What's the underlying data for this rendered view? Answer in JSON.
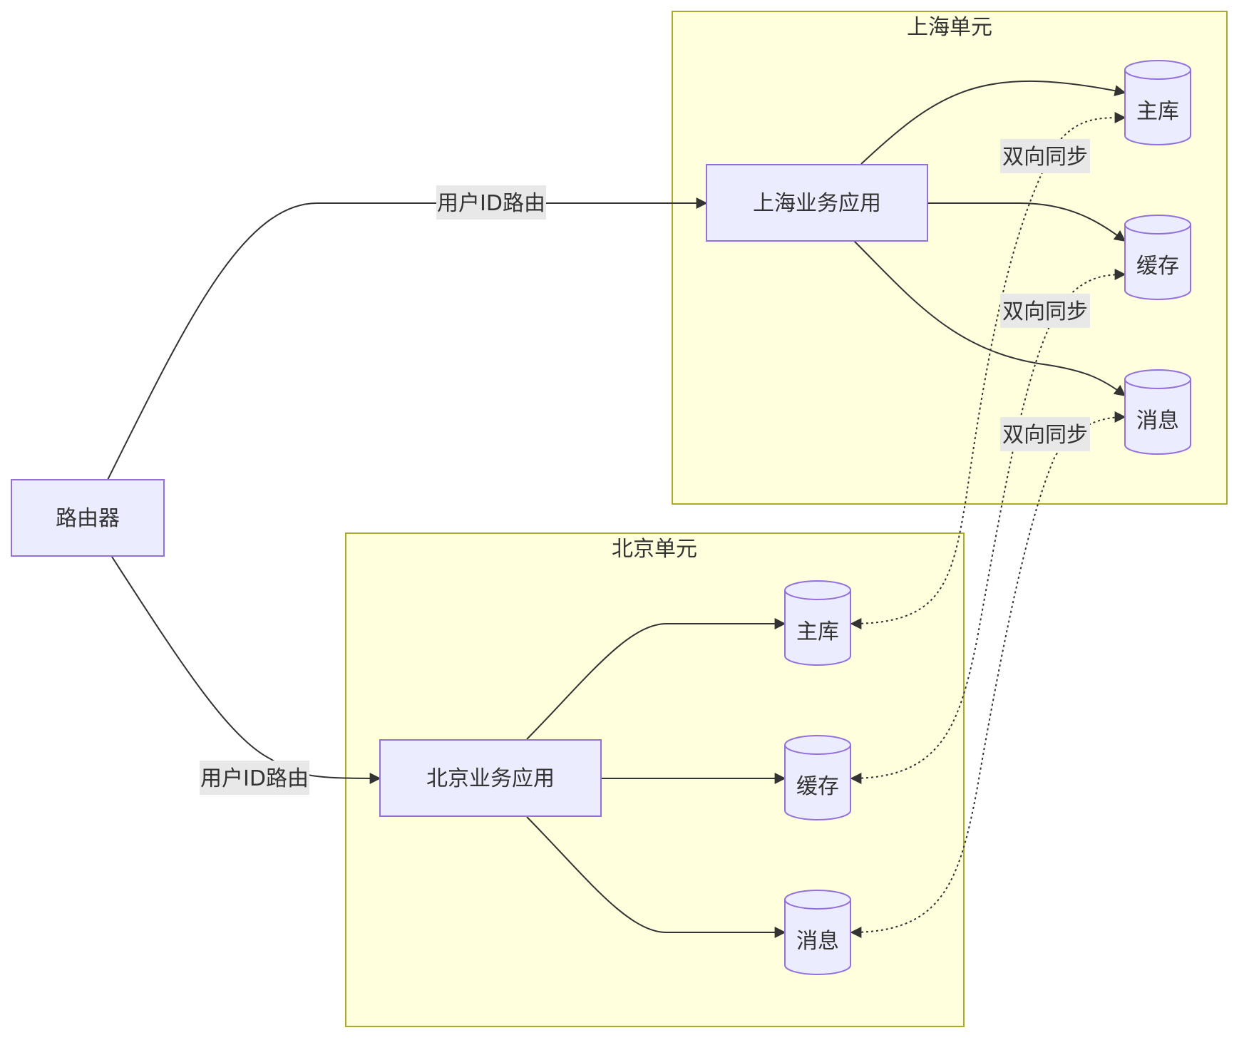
{
  "clusters": {
    "shanghai": {
      "title": "上海单元"
    },
    "beijing": {
      "title": "北京单元"
    }
  },
  "nodes": {
    "router": "路由器",
    "sh_app": "上海业务应用",
    "bj_app": "北京业务应用",
    "sh_db": "主库",
    "sh_cache": "缓存",
    "sh_mq": "消息",
    "bj_db": "主库",
    "bj_cache": "缓存",
    "bj_mq": "消息"
  },
  "edge_labels": {
    "route_sh": "用户ID路由",
    "route_bj": "用户ID路由",
    "sync_db": "双向同步",
    "sync_cache": "双向同步",
    "sync_mq": "双向同步"
  },
  "colors": {
    "node_fill": "#ececff",
    "node_stroke": "#9370db",
    "cluster_fill": "#ffffde",
    "cluster_stroke": "#aaaa33",
    "edge": "#333333",
    "edge_label_bg": "#e8e8e8"
  }
}
